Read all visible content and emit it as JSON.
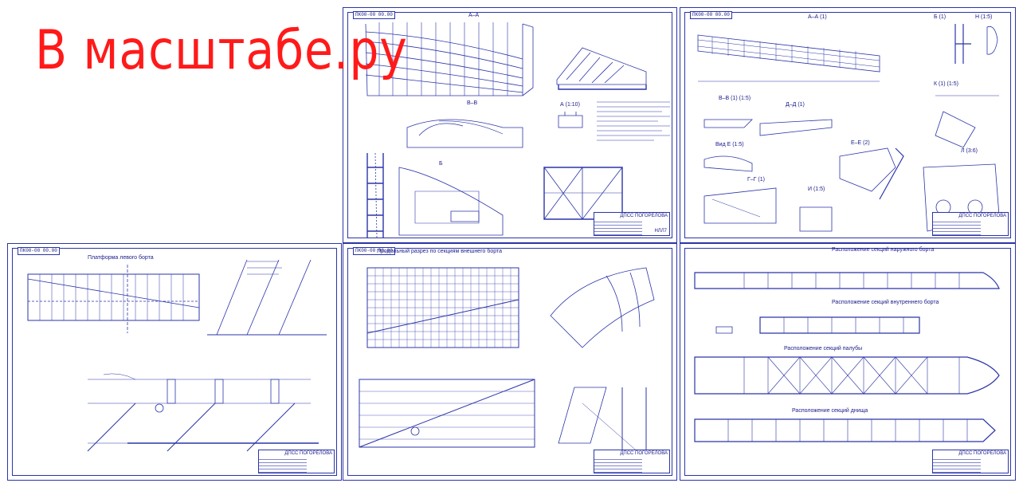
{
  "watermark": {
    "text": "В масштабе.ру",
    "color": "#ff1a1a"
  },
  "colors": {
    "line": "#2b35a8",
    "accent": "#ff1a1a"
  },
  "sheets": [
    {
      "id": "s1",
      "stamp": "ПК00-00 00.00",
      "titles": [
        "А–А",
        "В–В",
        "А (1:10)",
        "Б"
      ],
      "firm": "ДПСС ПОГОРЕЛОВА",
      "code": "НЛЛ7"
    },
    {
      "id": "s2",
      "stamp": "ПК00-00 00.00",
      "titles": [
        "А–А (1)",
        "Б (1)",
        "Н (1:5)",
        "К (1) (1:5)",
        "В–В (1) (1:5)",
        "Д–Д (1)",
        "Вид Е (1:5)",
        "Е–Е (2)",
        "Г–Г (1)",
        "И (1:5)",
        "Л (3:6)"
      ],
      "firm": "ДПСС ПОГОРЕЛОВА",
      "code": ""
    },
    {
      "id": "s3",
      "stamp": "ПК00-00 00.00",
      "titles": [
        "Платформа левого борта"
      ],
      "firm": "ДПСС ПОГОРЕЛОВА",
      "code": ""
    },
    {
      "id": "s4",
      "stamp": "ПК00-00 00.00",
      "titles": [
        "Продольный разрез по секциям внешнего борта"
      ],
      "firm": "ДПСС ПОГОРЕЛОВА",
      "code": ""
    },
    {
      "id": "s5",
      "stamp": "",
      "titles": [
        "Расположение секций наружного борта",
        "Расположение секций внутреннего борта",
        "Расположение секций палубы",
        "Расположение секций днища"
      ],
      "firm": "ДПСС ПОГОРЕЛОВА",
      "code": ""
    }
  ]
}
